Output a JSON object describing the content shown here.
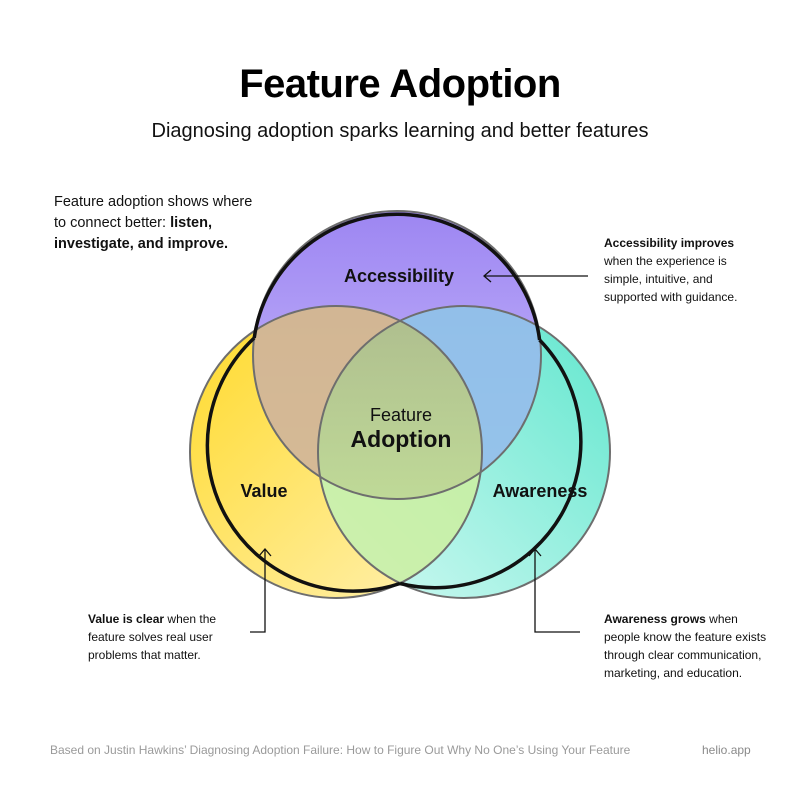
{
  "header": {
    "title": "Feature Adoption",
    "subtitle": "Diagnosing adoption sparks learning and better features"
  },
  "intro": {
    "text": "Feature adoption shows where to connect better:",
    "bold": "listen, investigate, and improve."
  },
  "diagram": {
    "circles": {
      "accessibility": {
        "label": "Accessibility",
        "color": "#a18cf3"
      },
      "value": {
        "label": "Value",
        "color": "#ffde3b"
      },
      "awareness": {
        "label": "Awareness",
        "color": "#6ee8d2"
      }
    },
    "center": {
      "line1": "Feature",
      "line2": "Adoption"
    }
  },
  "notes": {
    "accessibility": {
      "bold": "Accessibility improves",
      "text": "when the experience is simple, intuitive, and supported with guidance."
    },
    "value": {
      "bold": "Value is clear",
      "text": "when the feature solves real user problems that matter."
    },
    "awareness": {
      "bold": "Awareness grows",
      "text": "when people know the feature exists through clear communication, marketing, and education."
    }
  },
  "footer": {
    "credit": "Based on Justin Hawkins’ Diagnosing Adoption Failure: How to Figure Out Why No One’s Using Your Feature",
    "site": "helio.app"
  }
}
